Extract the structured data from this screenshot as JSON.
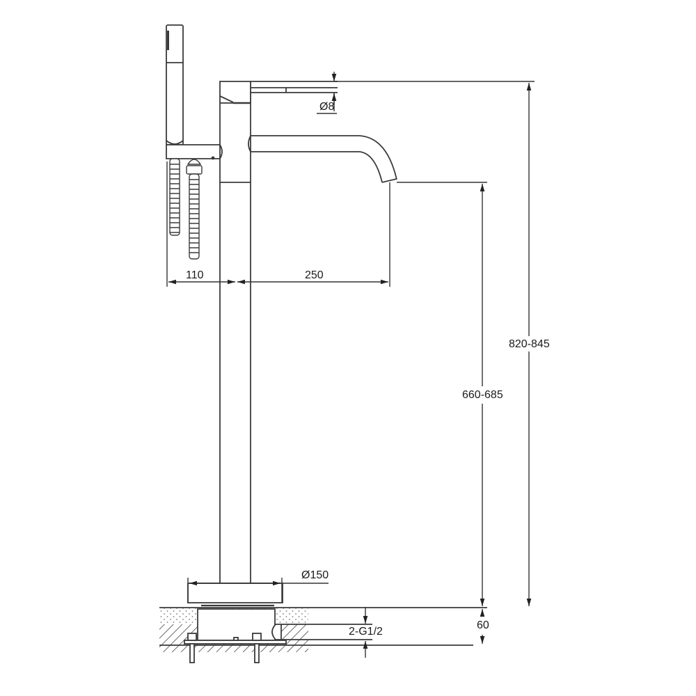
{
  "drawing": {
    "title": "Freestanding bath mixer with hand shower - dimension drawing",
    "line_color": "#3a3a3a",
    "background": "#ffffff"
  },
  "dimensions": {
    "handle_diameter": "Ø8",
    "handshower_offset": "110",
    "spout_reach": "250",
    "total_height": "820-845",
    "spout_height": "660-685",
    "base_diameter": "Ø150",
    "inlet_connection": "2-G1/2",
    "floor_depth": "60"
  }
}
